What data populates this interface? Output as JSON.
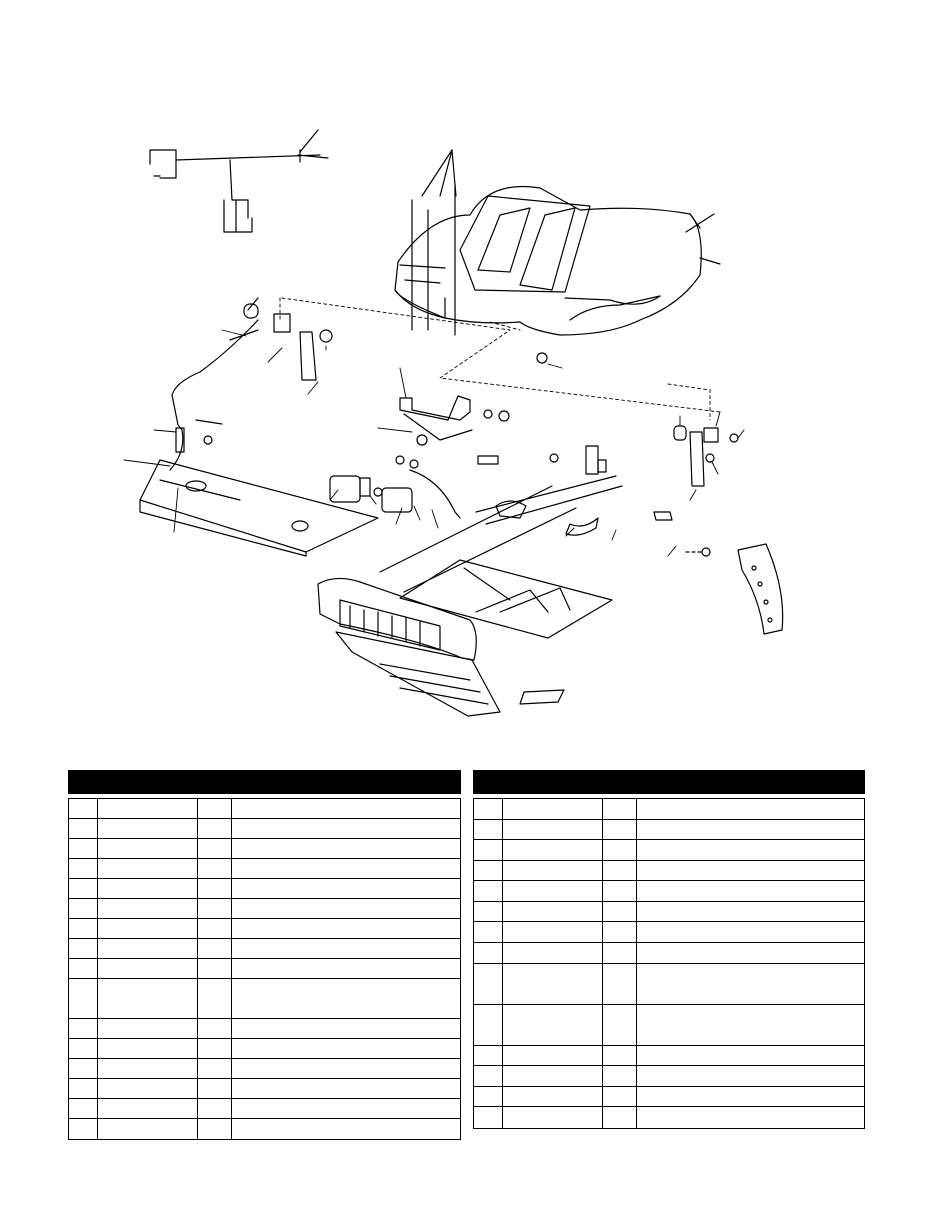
{
  "page": {
    "background": "#ffffff",
    "ink": "#000000"
  },
  "diagram": {
    "description_icon": "exploded-parts-diagram-icon"
  },
  "tables": [
    {
      "header": "",
      "rows": [
        "",
        "",
        "",
        "",
        "",
        "",
        "",
        "",
        "",
        "",
        "",
        "",
        "",
        "",
        "",
        ""
      ],
      "tall_rows": [
        9
      ]
    },
    {
      "header": "",
      "rows": [
        "",
        "",
        "",
        "",
        "",
        "",
        "",
        "",
        "",
        "",
        "",
        "",
        "",
        ""
      ],
      "tall_rows": [
        8,
        9
      ]
    }
  ]
}
